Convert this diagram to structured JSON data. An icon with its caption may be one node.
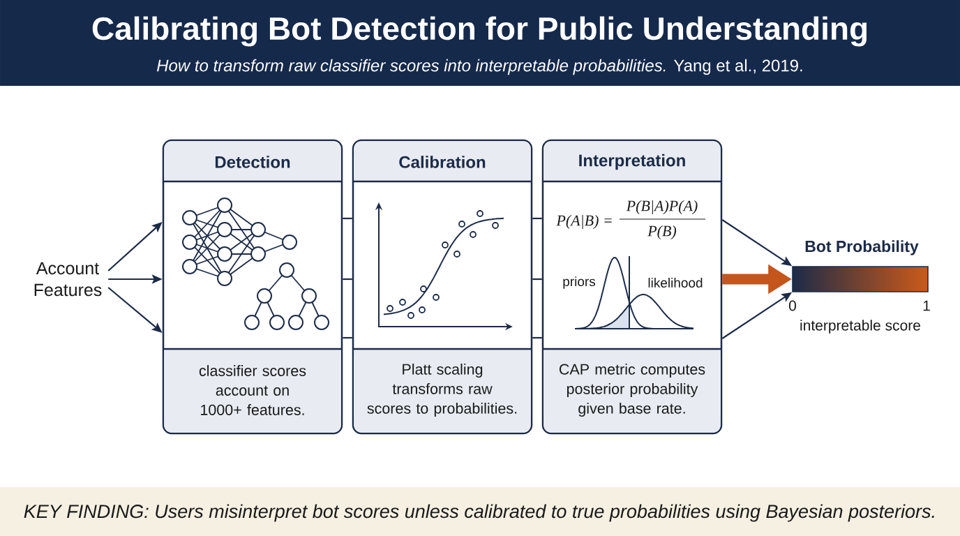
{
  "diagram": {
    "title": "Calibrating Bot Detection for Public Understanding",
    "caption": "KEY FINDING: Users misinterpret bot scores unless calibrated to true probabilities using Bayesian posteriors.",
    "nodes": [
      {
        "text": [
          "Account Features"
        ]
      },
      {
        "text": [
          "Detection",
          "classifier scores account on 1000+ features."
        ]
      },
      {
        "text": [
          "Calibration",
          "Platt scaling transforms raw scores to probabilities."
        ]
      },
      {
        "text": [
          "Interpretation",
          "CAP metric computes posterior probability given base rate."
        ]
      },
      {
        "text": [
          "Bot Probability"
        ],
        "beside": [
          "0",
          "1",
          "interpretable score"
        ]
      }
    ],
    "edges": [
      {
        "from": 0,
        "to": 1,
        "arrow": "to"
      },
      {
        "from": 0,
        "to": 1,
        "arrow": "to"
      },
      {
        "from": 0,
        "to": 1,
        "arrow": "to"
      },
      {
        "from": 1,
        "to": 2,
        "arrow": "none"
      },
      {
        "from": 1,
        "to": 2,
        "arrow": "none"
      },
      {
        "from": 1,
        "to": 2,
        "arrow": "none"
      },
      {
        "from": 2,
        "to": 3,
        "arrow": "none"
      },
      {
        "from": 2,
        "to": 3,
        "arrow": "none"
      },
      {
        "from": 2,
        "to": 3,
        "arrow": "none"
      },
      {
        "from": 3,
        "to": 4,
        "arrow": "to"
      },
      {
        "from": 3,
        "to": 4,
        "arrow": "to",
        "style": "thick",
        "color": "#c4561c"
      },
      {
        "from": 3,
        "to": 4,
        "arrow": "to"
      }
    ],
    "labels": [
      "*How to transform raw classifier scores into interpretable probabilities.* Yang et al., 2019.",
      "P(A|B) =",
      "P(B|A)P(A)",
      "P(B)",
      "priors",
      "likelihood"
    ]
  }
}
